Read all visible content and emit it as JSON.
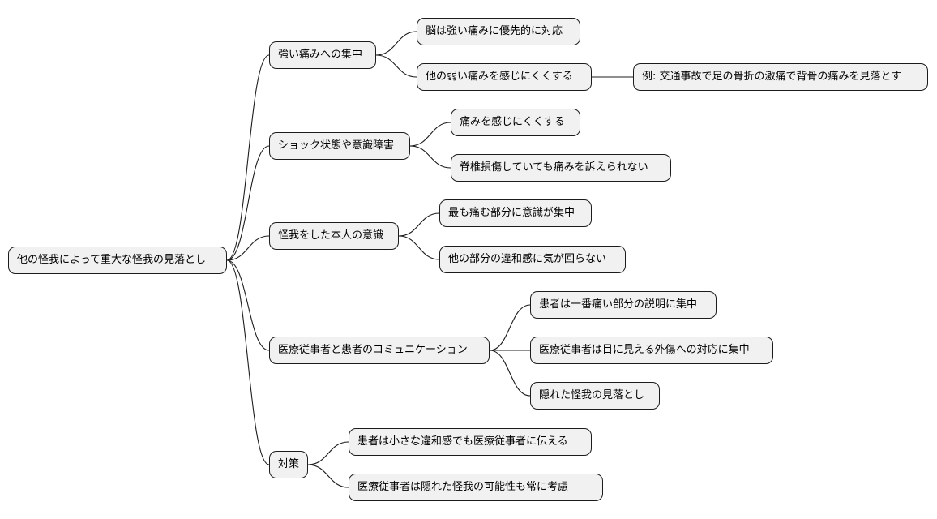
{
  "mindmap": {
    "root": "他の怪我によって重大な怪我の見落とし",
    "branches": [
      {
        "label": "強い痛みへの集中",
        "children": [
          {
            "label": "脳は強い痛みに優先的に対応"
          },
          {
            "label": "他の弱い痛みを感じにくくする",
            "child": {
              "label": "例: 交通事故で足の骨折の激痛で背骨の痛みを見落とす"
            }
          }
        ]
      },
      {
        "label": "ショック状態や意識障害",
        "children": [
          {
            "label": "痛みを感じにくくする"
          },
          {
            "label": "脊椎損傷していても痛みを訴えられない"
          }
        ]
      },
      {
        "label": "怪我をした本人の意識",
        "children": [
          {
            "label": "最も痛む部分に意識が集中"
          },
          {
            "label": "他の部分の違和感に気が回らない"
          }
        ]
      },
      {
        "label": "医療従事者と患者のコミュニケーション",
        "children": [
          {
            "label": "患者は一番痛い部分の説明に集中"
          },
          {
            "label": "医療従事者は目に見える外傷への対応に集中"
          },
          {
            "label": "隠れた怪我の見落とし"
          }
        ]
      },
      {
        "label": "対策",
        "children": [
          {
            "label": "患者は小さな違和感でも医療従事者に伝える"
          },
          {
            "label": "医療従事者は隠れた怪我の可能性も常に考慮"
          }
        ]
      }
    ]
  }
}
